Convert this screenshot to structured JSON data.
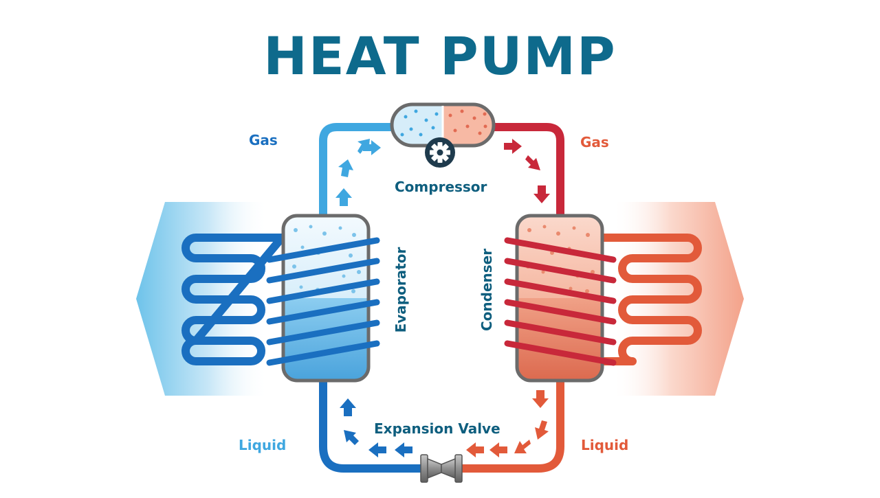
{
  "title": "HEAT PUMP",
  "labels": {
    "gas_left": "Gas",
    "gas_right": "Gas",
    "liquid_left": "Liquid",
    "liquid_right": "Liquid",
    "compressor": "Compressor",
    "expansion_valve": "Expansion Valve",
    "evaporator": "Evaporator",
    "condenser": "Condenser"
  },
  "icons": {
    "compressor": "gear-icon",
    "valve": "expansion-valve-icon",
    "flow": "arrow-icon"
  },
  "colors": {
    "title": "#0e6a8c",
    "cold_light": "#3fa7e0",
    "cold_dark": "#1a6fc0",
    "hot_light": "#e25a3a",
    "hot_dark": "#c8283a",
    "label_dark": "#0e5e7e",
    "frame": "#6b6b6b"
  }
}
